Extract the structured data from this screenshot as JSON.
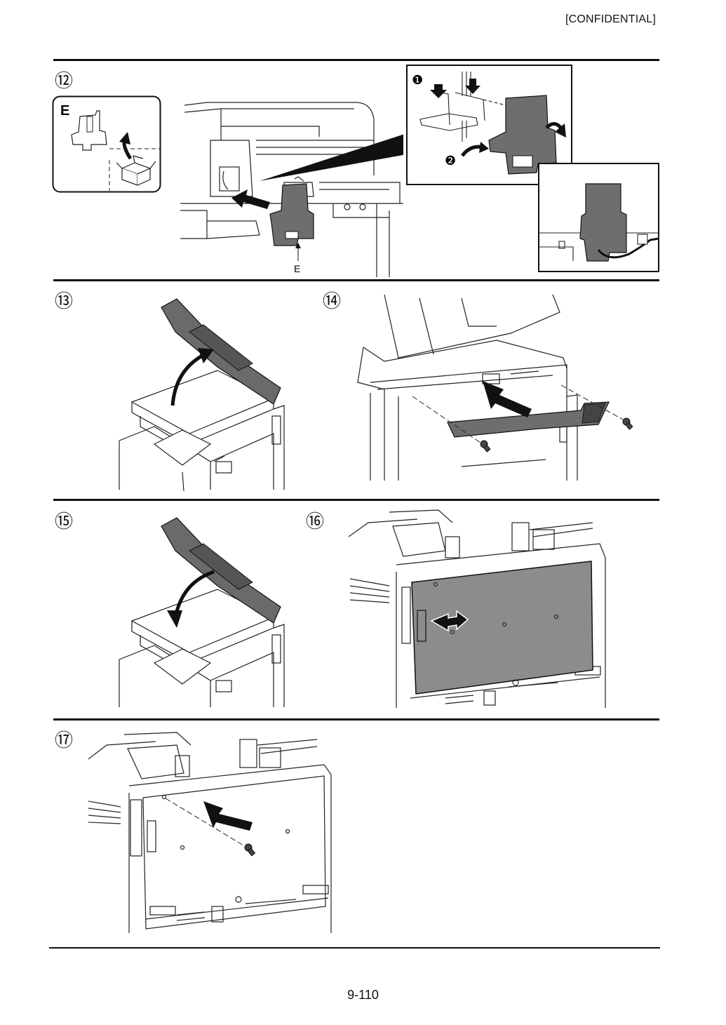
{
  "header": {
    "confidential": "[CONFIDENTIAL]"
  },
  "steps": [
    {
      "number": "⑫",
      "inset_label": "E",
      "callout_label": "E",
      "sub1": "❶",
      "sub2": "❷"
    },
    {
      "number": "⑬"
    },
    {
      "number": "⑭"
    },
    {
      "number": "⑮"
    },
    {
      "number": "⑯"
    },
    {
      "number": "⑰"
    }
  ],
  "footer": {
    "page_number": "9-110"
  },
  "colors": {
    "part_gray": "#6e6e6e",
    "panel_gray": "#8c8c8c",
    "line": "#222222"
  }
}
